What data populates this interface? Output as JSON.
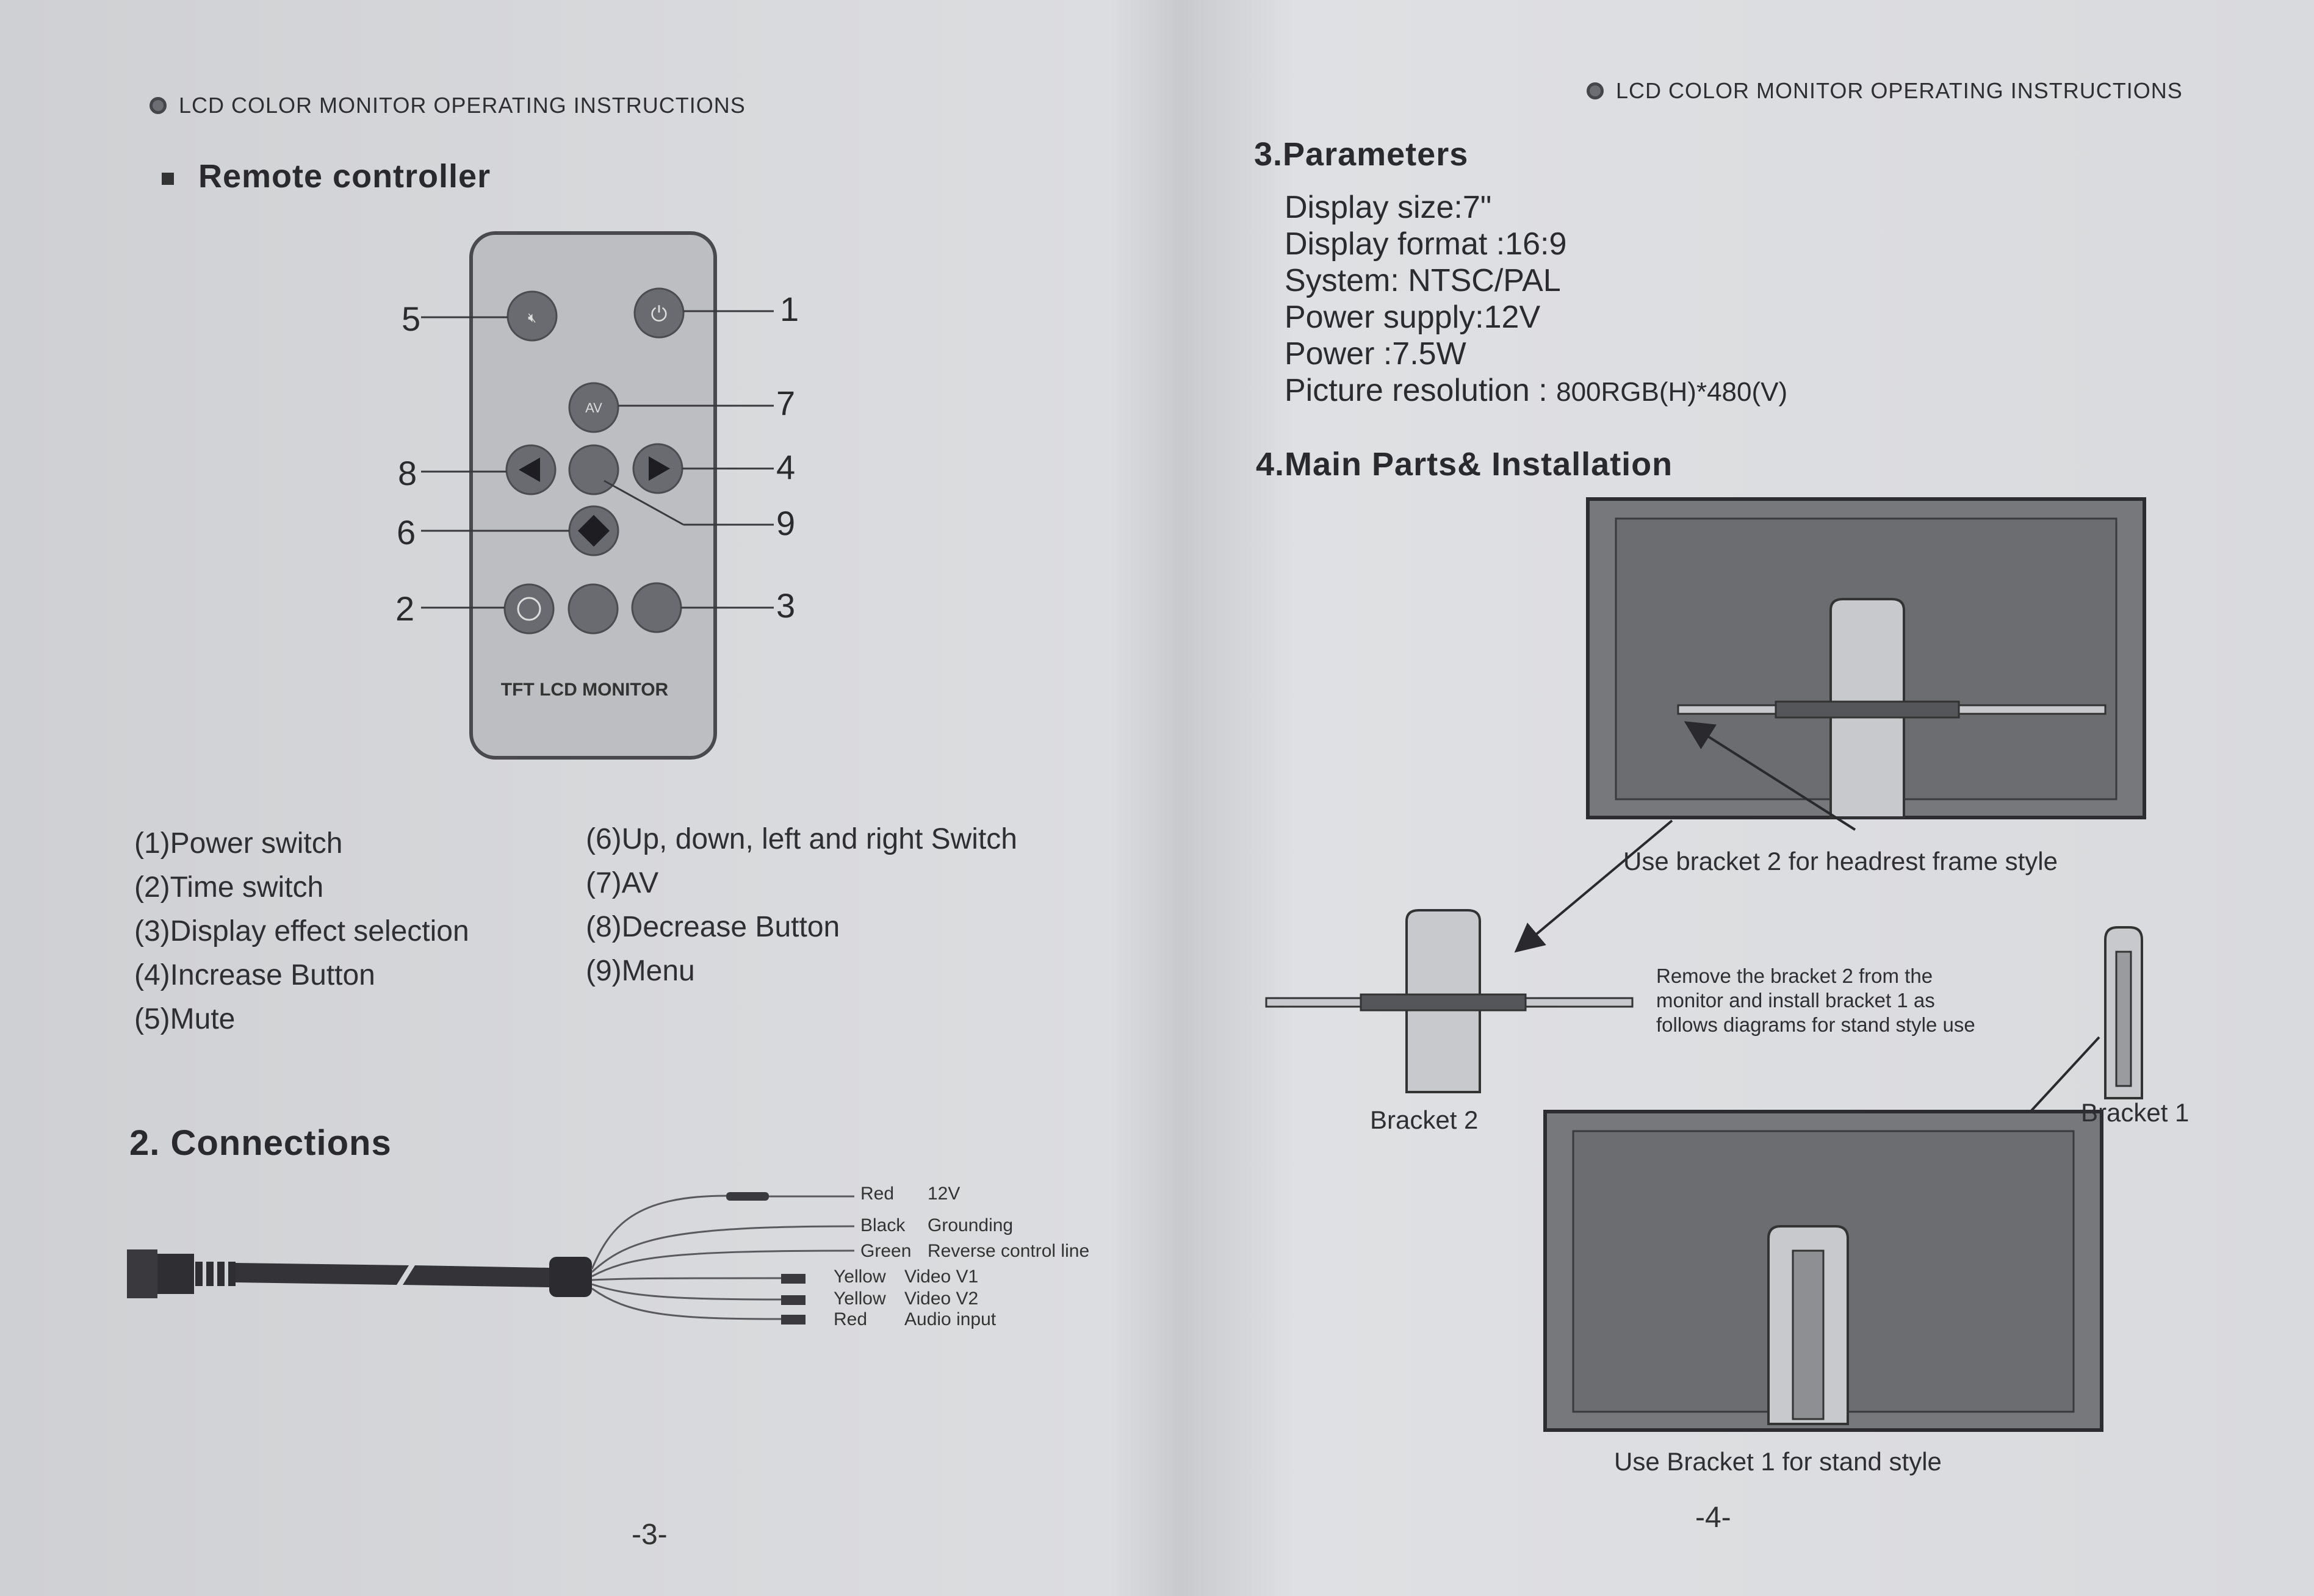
{
  "left_page": {
    "header": "LCD COLOR MONITOR OPERATING INSTRUCTIONS",
    "section_title": "Remote controller",
    "remote": {
      "brand_text": "TFT LCD MONITOR",
      "av_label": "AV",
      "callouts": {
        "n1": "1",
        "n2": "2",
        "n3": "3",
        "n4": "4",
        "n5": "5",
        "n6": "6",
        "n7": "7",
        "n8": "8",
        "n9": "9"
      }
    },
    "functions_left": [
      "(1)Power switch",
      "(2)Time switch",
      "(3)Display effect selection",
      "(4)Increase Button",
      "(5)Mute"
    ],
    "functions_right": [
      "(6)Up, down, left and right Switch",
      "(7)AV",
      "(8)Decrease Button",
      "(9)Menu"
    ],
    "connections_title": "2. Connections",
    "wires": [
      {
        "color": "Red",
        "function": "12V"
      },
      {
        "color": "Black",
        "function": "Grounding"
      },
      {
        "color": "Green",
        "function": "Reverse control line"
      },
      {
        "color": "Yellow",
        "function": "Video V1"
      },
      {
        "color": "Yellow",
        "function": "Video V2"
      },
      {
        "color": "Red",
        "function": "Audio input"
      }
    ],
    "page_number": "-3-"
  },
  "right_page": {
    "header": "LCD COLOR MONITOR OPERATING INSTRUCTIONS",
    "parameters_title": "3.Parameters",
    "parameters": {
      "display_size": "Display size:7\"",
      "display_format": "Display format :16:9",
      "system": "System: NTSC/PAL",
      "power_supply": "Power supply:12V",
      "power": "Power :7.5W",
      "resolution_label": "Picture resolution : ",
      "resolution_value": "800RGB(H)*480(V)"
    },
    "installation_title": "4.Main Parts& Installation",
    "caption_headrest": "Use bracket 2 for headrest frame style",
    "note": [
      "Remove the bracket 2 from the",
      "monitor and install bracket 1 as",
      "follows diagrams for stand style use"
    ],
    "label_bracket2": "Bracket 2",
    "label_bracket1": "Bracket 1",
    "caption_stand": "Use Bracket 1 for stand style",
    "page_number": "-4-"
  }
}
